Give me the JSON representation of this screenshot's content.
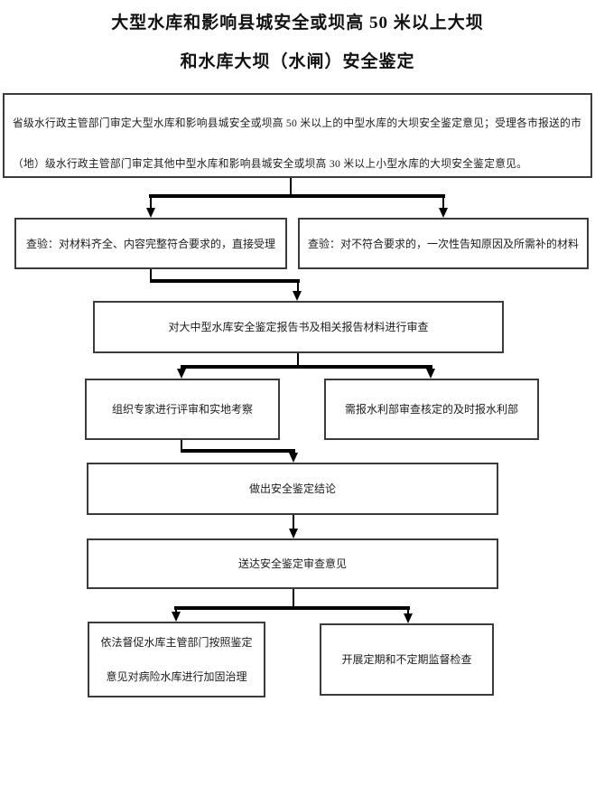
{
  "title": {
    "line1": "大型水库和影响县城安全或坝高 50 米以上大坝",
    "line2": "和水库大坝（水闸）安全鉴定"
  },
  "flowchart": {
    "intake": "省级水行政主管部门审定大型水库和影响县城安全或坝高 50 米以上的中型水库的大坝安全鉴定意见；受理各市报送的市\n（地）级水行政主管部门审定其他中型水库和影响县城安全或坝高 30 米以上小型水库的大坝安全鉴定意见。",
    "check_accept": "查验：对材料齐全、内容完整符合要求的，直接受理",
    "check_reject": "查验：对不符合要求的，一次性告知原因及所需补的材料",
    "review": "对大中型水库安全鉴定报告书及相关报告材料进行审查",
    "expert_review": "组织专家进行评审和实地考察",
    "report_ministry": "需报水利部审查核定的及时报水利部",
    "conclusion": "做出安全鉴定结论",
    "deliver_opinion": "送达安全鉴定审查意见",
    "supervise_reinforce": "依法督促水库主管部门按照鉴定\n意见对病险水库进行加固治理",
    "periodic_inspection": "开展定期和不定期监督检查"
  },
  "colors": {
    "background": "#ffffff",
    "text": "#1a1a1a",
    "box_border": "#3b3b3b",
    "connector": "#000000"
  }
}
